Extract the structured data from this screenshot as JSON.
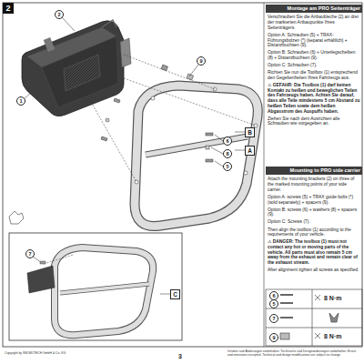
{
  "diagram": {
    "nodes": [
      {
        "text": [
          "Montage am PRO Seitenträger",
          "Verschrauben Sie die Anbaubleche (2) an drei der markierten Anbaupunkte Ihres Seitenträgers.",
          "Option A: Schrauben (5) + TRAX-Führungsbolzen (*) (separat erhältlich) + Distanzbuchsen (9).",
          "Option B: Schrauben (6) + Unterlegscheiben (8) + Distanzbuchsen (9).",
          "Option C: Schrauben (7).",
          "Richten Sie nun die Toolbox (1) entsprechend den Gegebenheiten Ihres Fahrzeugs aus.",
          "⚠ GEFAHR: Die Toolbox (1) darf keinen Kontakt zu heißen und beweglichen Teilen des Fahrzeugs haben. Achten Sie darauf, dass alle Teile mindestens 5 cm Abstand zu heißen Teilen sowie dem heißen Abgasstrom des Auspuffs haben.",
          "Ziehen Sie nach dem Ausrichten alle Schrauben wie vorgegeben an."
        ]
      },
      {
        "text": [
          "Mounting to PRO side carrier",
          "Attach the mounting brackets (2) on three of the marked mounting points of your side carrier.",
          "Option A: screws (5) + TRAX guide bolts (*) (sold separately) + spacers (9).",
          "Option B: screws (6) + washers (8) + spacers (9).",
          "Option C: Screws (7).",
          "Then align the toolbox (1) according to the requirements of your vehicle.",
          "⚠ DANGER: The toolbox (1) must not contact any hot or moving parts of the vehicle. All parts must also remain 5 cm away from the exhaust and remain clear of the exhaust stream.",
          "After alignment tighten all screws as specified."
        ]
      }
    ],
    "labels": [
      "2",
      "2",
      "1",
      "9",
      "6",
      "8",
      "5",
      "B",
      "A",
      "7",
      "C",
      "6",
      "5",
      "8 N·m",
      "7",
      "9",
      "8 N·m",
      "Copyright by SW-MOTECH GmbH & Co. KG",
      "3",
      "Irrtümer und Änderungen vorbehalten. Technische und Designänderungen vorbehalten. Errors and omissions excepted. Technical and design modifications are subject to change."
    ]
  }
}
